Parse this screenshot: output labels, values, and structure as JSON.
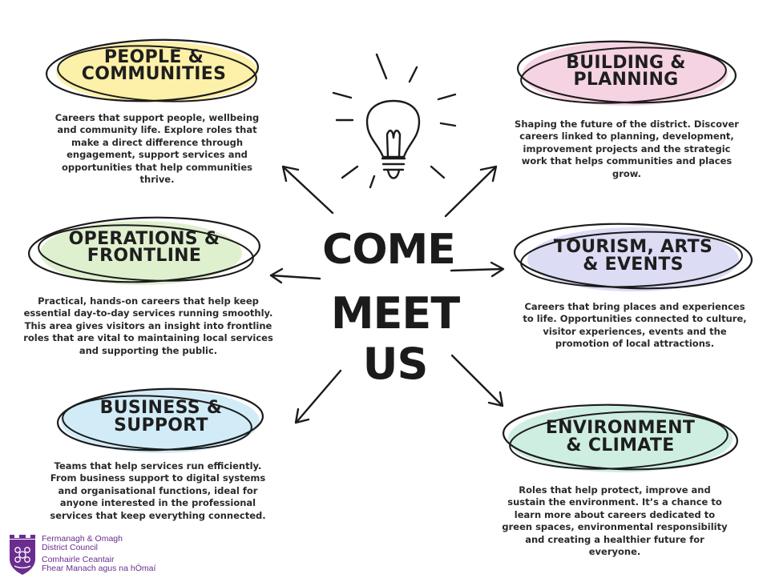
{
  "center": {
    "line1": "COME",
    "line2": "MEET US"
  },
  "sections": {
    "people": {
      "title1": "PEOPLE &",
      "title2": "COMMUNITIES",
      "color": "#fdf0a8",
      "description": "Careers that support people, wellbeing and community life. Explore roles that make a direct difference through engagement, support services and opportunities that help communities thrive."
    },
    "building": {
      "title1": "BUILDING &",
      "title2": "PLANNING",
      "color": "#f6d3e2",
      "description": "Shaping the future of the district. Discover careers linked to planning, development, improvement projects and the strategic work that helps communities and places grow."
    },
    "operations": {
      "title1": "OPERATIONS &",
      "title2": "FRONTLINE",
      "color": "#dff0cf",
      "description": "Practical, hands-on careers that help keep essential day-to-day services running smoothly. This area gives visitors an insight into frontline roles that are vital to maintaining local services and supporting the public."
    },
    "tourism": {
      "title1": "TOURISM, ARTS",
      "title2": "& EVENTS",
      "color": "#dcdcf5",
      "description": "Careers that bring places and experiences to life. Opportunities connected to culture, visitor experiences, events and the promotion of local attractions."
    },
    "business": {
      "title1": "BUSINESS &",
      "title2": "SUPPORT",
      "color": "#d2ecf7",
      "description": "Teams that help services run efficiently. From business support to digital systems and organisational functions, ideal for anyone interested in the professional services that keep everything connected."
    },
    "environment": {
      "title1": "ENVIRONMENT",
      "title2": "& CLIMATE",
      "color": "#cfeee2",
      "description": "Roles that help protect, improve and sustain the environment. It’s a chance to learn more about careers dedicated to green spaces, environmental responsibility and creating a healthier future for everyone."
    }
  },
  "logo": {
    "line1": "Fermanagh & Omagh",
    "line2": "District Council",
    "line3": "Comhairle Ceantair",
    "line4": "Fhear Manach agus na hÓmaí",
    "color": "#6a2d8f"
  },
  "icons": {
    "center": "lightbulb-icon"
  }
}
